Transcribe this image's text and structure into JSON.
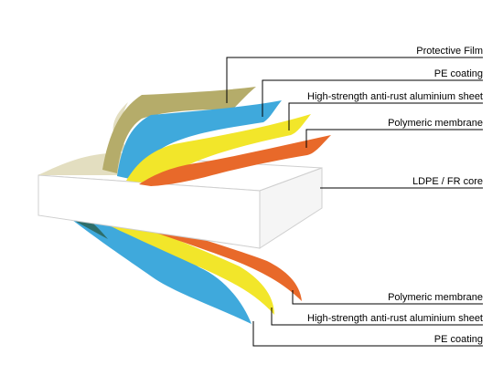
{
  "layers_top": [
    {
      "name": "protective-film",
      "color": "#B5AC6A",
      "label": "Protective Film"
    },
    {
      "name": "pe-coating",
      "color": "#3FA9DC",
      "label": "PE coating"
    },
    {
      "name": "aluminium-sheet",
      "color": "#F2E62A",
      "label": "High-strength anti-rust aluminium sheet"
    },
    {
      "name": "polymeric-membrane",
      "color": "#E8692A",
      "label": "Polymeric membrane"
    }
  ],
  "core": {
    "label": "LDPE / FR core",
    "color": "#FFFFFF"
  },
  "layers_bottom": [
    {
      "name": "polymeric-membrane",
      "color": "#E8692A",
      "label": "Polymeric membrane"
    },
    {
      "name": "aluminium-sheet",
      "color": "#F2E62A",
      "label": "High-strength anti-rust aluminium sheet"
    },
    {
      "name": "pe-coating",
      "color": "#3FA9DC",
      "label": "PE coating"
    }
  ],
  "colors": {
    "leader_line": "#000000",
    "core_edge": "#CFCFCF",
    "film_back": "#E3DEC0"
  }
}
